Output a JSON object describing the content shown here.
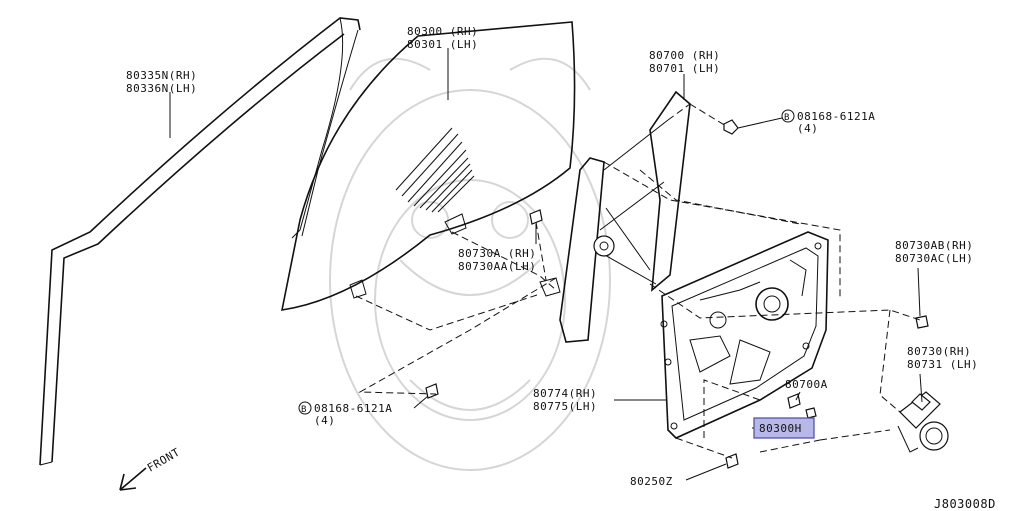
{
  "labels": {
    "front_sash": [
      "80335N(RH)",
      "80336N(LH)"
    ],
    "glass": [
      "80300 (RH)",
      "80301 (LH)"
    ],
    "regulator": [
      "80700 (RH)",
      "80701 (LH)"
    ],
    "bolt_top": [
      "08168-6121A",
      "(4)"
    ],
    "bolt_left": [
      "08168-6121A",
      "(4)"
    ],
    "bolt_symbol": "B",
    "stud_a": [
      "80730A (RH)",
      "80730AA(LH)"
    ],
    "stud_ab": [
      "80730AB(RH)",
      "80730AC(LH)"
    ],
    "motor": [
      "80730(RH)",
      "80731 (LH)"
    ],
    "module": [
      "80774(RH)",
      "80775(LH)"
    ],
    "part_80700a": "80700A",
    "part_80300h": "80300H",
    "part_80250z": "80250Z",
    "front": "FRONT",
    "diagram_id": "J803008D"
  },
  "colors": {
    "highlight_fill": "#b8b8e8",
    "highlight_border": "#4a4aa6",
    "line": "#111111"
  }
}
